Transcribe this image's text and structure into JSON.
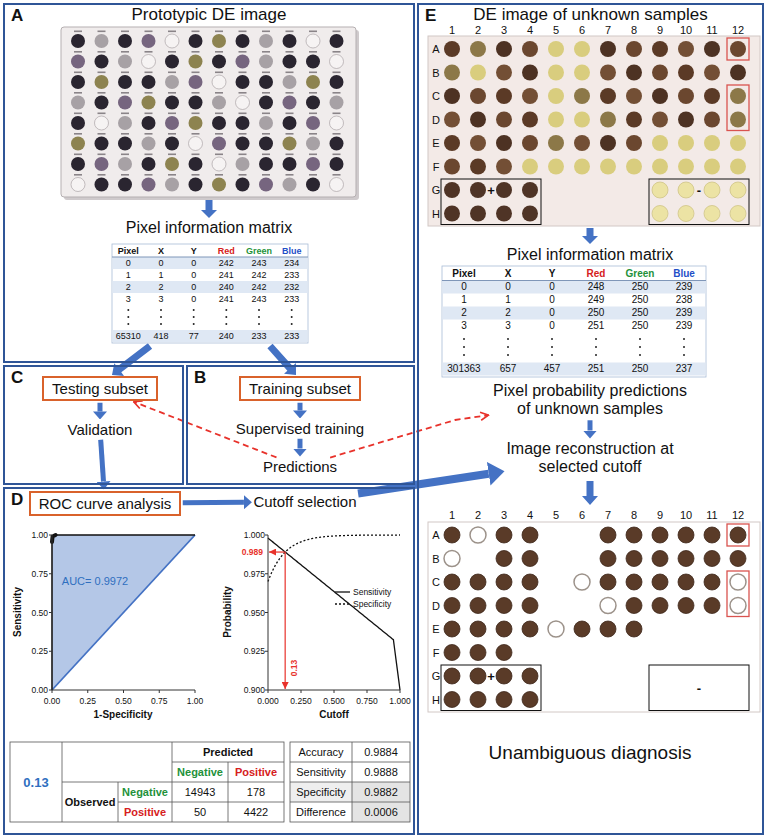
{
  "diagram": {
    "nodes": [
      {
        "text": [
          "A",
          "Prototypic DE image"
        ]
      },
      {
        "text": [
          "Pixel information matrix"
        ],
        "in": 0
      },
      {
        "text": [
          "C"
        ]
      },
      {
        "text": [
          "Testing subset"
        ],
        "in": 2
      },
      {
        "text": [
          "Validation"
        ],
        "in": 2
      },
      {
        "text": [
          "B"
        ]
      },
      {
        "text": [
          "Training subset"
        ],
        "in": 5
      },
      {
        "text": [
          "Supervised training"
        ],
        "in": 5
      },
      {
        "text": [
          "Predictions"
        ],
        "in": 5
      },
      {
        "text": [
          "D"
        ]
      },
      {
        "text": [
          "ROC curve analysis"
        ],
        "in": 9
      },
      {
        "text": [
          "Cutoff selection"
        ],
        "in": 9
      },
      {
        "text": [
          "E",
          "DE image of unknown samples"
        ]
      },
      {
        "text": [
          "Pixel information matrix"
        ],
        "in": 12
      },
      {
        "text": [
          "Pixel probability predictions of unknown samples"
        ],
        "in": 12
      },
      {
        "text": [
          "Image reconstruction at selected cutoff"
        ],
        "in": 12
      }
    ],
    "edges": [
      {
        "from": 3,
        "to": 4,
        "arrow": "to"
      },
      {
        "from": 4,
        "to": 10,
        "arrow": "to"
      },
      {
        "from": 6,
        "to": 7,
        "arrow": "to"
      },
      {
        "from": 7,
        "to": 8,
        "arrow": "to"
      },
      {
        "from": 8,
        "to": 3,
        "arrow": "to"
      },
      {
        "from": 8,
        "to": 14,
        "arrow": "to"
      },
      {
        "from": 10,
        "to": 11,
        "arrow": "to"
      },
      {
        "from": 11,
        "to": 15,
        "arrow": "to"
      },
      {
        "from": 14,
        "to": 15,
        "arrow": "to"
      }
    ],
    "labels": [
      "Pixel",
      "X",
      "Y",
      "Red",
      "Green",
      "Blue",
      "0",
      "0",
      "0",
      "242",
      "243",
      "234",
      "1",
      "1",
      "0",
      "241",
      "242",
      "233",
      "2",
      "2",
      "0",
      "240",
      "242",
      "232",
      "3",
      "3",
      "0",
      "241",
      "243",
      "233",
      "65310",
      "418",
      "77",
      "240",
      "233",
      "233",
      "AUC= 0.9972",
      "Sensitivity",
      "1-Specificity",
      "0.00",
      "0.25",
      "0.50",
      "0.75",
      "1.00",
      "0.00",
      "0.25",
      "0.50",
      "0.75",
      "1.00",
      "Probability",
      "Cutoff",
      "0.900",
      "0.925",
      "0.950",
      "0.975",
      "1.000",
      "0.000",
      "0.250",
      "0.500",
      "0.750",
      "1.000",
      "0.989",
      "0.13",
      "0.13",
      "Predicted",
      "Negative",
      "Positive",
      "Observed",
      "Negative",
      "14943",
      "178",
      "Positive",
      "50",
      "4422",
      "Accuracy",
      "0.9884",
      "Sensitivity",
      "0.9888",
      "Specificity",
      "0.9882",
      "Difference",
      "0.0006",
      "1",
      "2",
      "3",
      "4",
      "5",
      "6",
      "7",
      "8",
      "9",
      "10",
      "11",
      "12",
      "A",
      "B",
      "C",
      "D",
      "E",
      "F",
      "G",
      "H",
      "+",
      "-",
      "Pixel",
      "X",
      "Y",
      "Red",
      "Green",
      "Blue",
      "0",
      "0",
      "0",
      "248",
      "250",
      "239",
      "1",
      "1",
      "0",
      "249",
      "250",
      "238",
      "2",
      "2",
      "0",
      "250",
      "250",
      "239",
      "3",
      "3",
      "0",
      "251",
      "250",
      "239",
      "301363",
      "657",
      "457",
      "251",
      "250",
      "237",
      "1",
      "2",
      "3",
      "4",
      "5",
      "6",
      "7",
      "8",
      "9",
      "10",
      "11",
      "12",
      "A",
      "B",
      "C",
      "D",
      "E",
      "F",
      "G",
      "H",
      "+",
      "-",
      "Unambiguous diagnosis"
    ],
    "legend": [
      {
        "text": "Sensitivity"
      },
      {
        "text": "Specificity"
      }
    ]
  }
}
